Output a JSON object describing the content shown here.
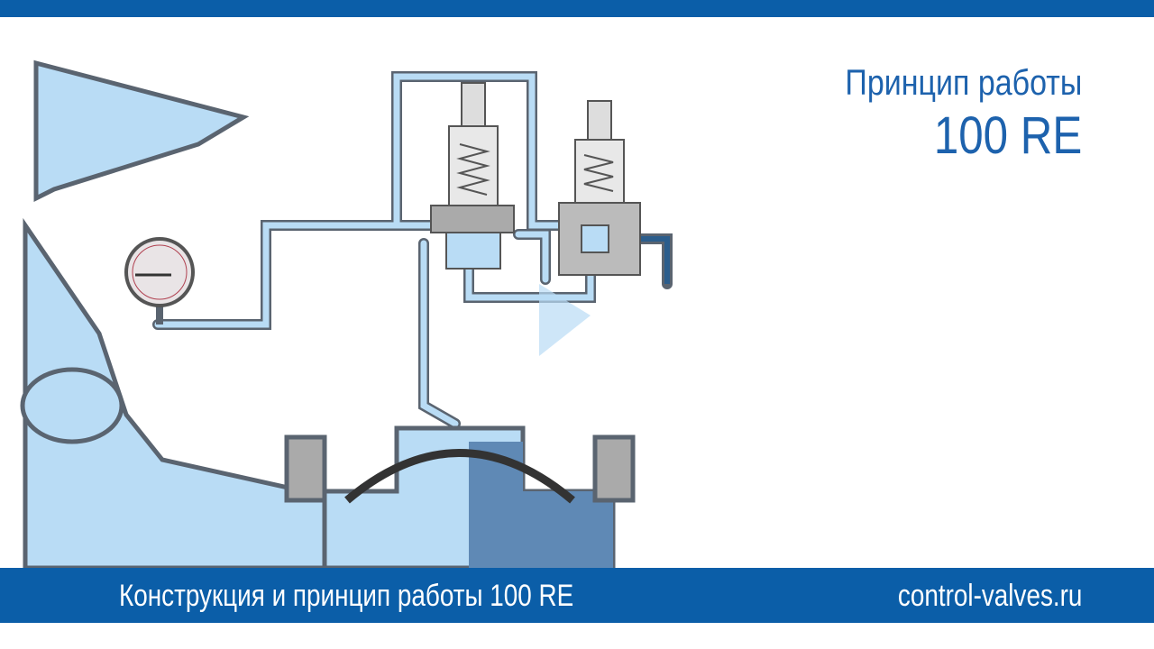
{
  "header": {
    "title_line1": "Принцип работы",
    "title_line2": "100 RE"
  },
  "footer": {
    "caption": "Конструкция и принцип работы 100 RE",
    "site": "control-valves.ru"
  },
  "colors": {
    "brand": "#0b5ea8",
    "water": "#b9dcf5",
    "outline": "#5a6470"
  }
}
